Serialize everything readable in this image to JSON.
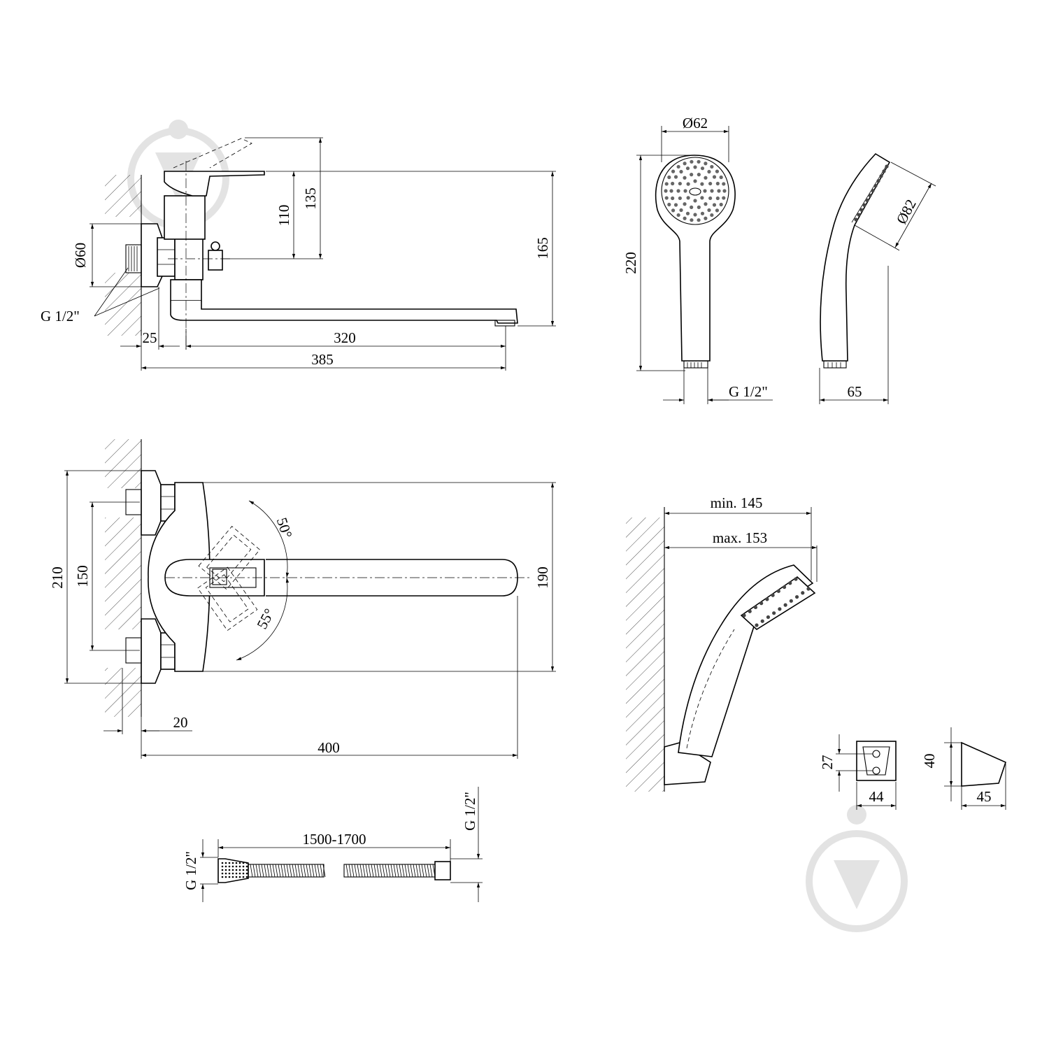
{
  "faucet_side_view": {
    "dim_diameter": "Ø60",
    "dim_lever_height": "135",
    "dim_spout_top": "110",
    "dim_total_height": "165",
    "dim_wall_offset": "25",
    "dim_spout_reach": "320",
    "dim_total_length": "385",
    "thread_label": "G 1/2\""
  },
  "shower_head_front": {
    "dim_diameter": "Ø62",
    "dim_length": "220",
    "thread_label": "G 1/2\""
  },
  "shower_head_side": {
    "dim_head_face": "Ø82",
    "dim_depth": "65"
  },
  "faucet_top_view": {
    "dim_overall": "210",
    "dim_centers": "150",
    "dim_spout_width": "190",
    "dim_eccentric": "20",
    "dim_spout_length": "400",
    "angle_up": "50°",
    "angle_down": "55°"
  },
  "wall_holder_view": {
    "dim_min": "min. 145",
    "dim_max": "max. 153"
  },
  "holder_bracket": {
    "dim_hole_spacing": "27",
    "dim_width": "44",
    "dim_height": "40",
    "dim_depth": "45"
  },
  "shower_hose": {
    "dim_length": "1500-1700",
    "thread_left": "G 1/2\"",
    "thread_right": "G 1/2\""
  },
  "watermark": {
    "icon": "brand-logo-icon",
    "color": "#e3e3e3"
  }
}
